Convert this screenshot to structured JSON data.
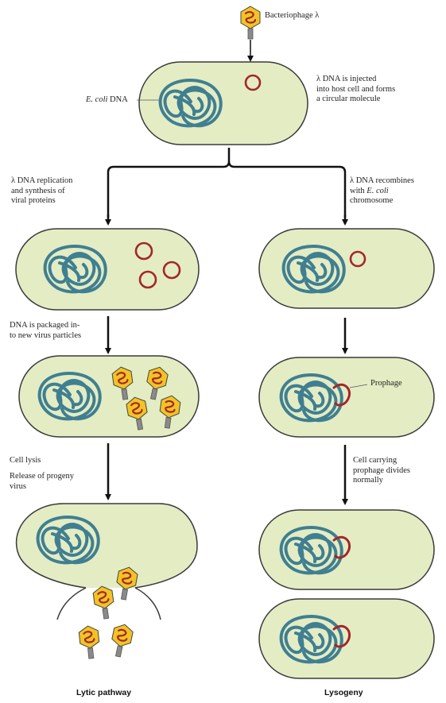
{
  "colors": {
    "cell_fill": "#e4ecc4",
    "cell_stroke": "#3a3a3a",
    "host_dna": "#3f7f91",
    "phage_dna": "#a3262a",
    "phage_head": "#f2c324",
    "phage_tail": "#8a8a8a",
    "arrow": "#111111"
  },
  "icons": {
    "phage": "bacteriophage-icon",
    "host_chromosome": "dna-coil-icon",
    "lambda_circle": "circular-dna-icon"
  },
  "labels": {
    "phage_title": "Bacteriophage λ",
    "ecoli_dna_italic": "E. coli",
    "ecoli_dna_rest": " DNA",
    "injected": "λ DNA is injected\ninto host cell and forms\na circular molecule",
    "replication": "λ DNA replication\nand synthesis of\nviral proteins",
    "recomb_line1": "λ DNA recombines",
    "recomb_with": "with ",
    "recomb_italic": "E. coli",
    "recomb_line3": "chromosome",
    "packaged": "DNA is packaged in-\nto new virus particles",
    "lysis": "Cell lysis",
    "release": "Release of progeny\nvirus",
    "prophage": "Prophage",
    "divides": "Cell carrying\nprophage divides\nnormally"
  },
  "footer": {
    "lytic": "Lytic pathway",
    "lysogeny": "Lysogeny"
  }
}
